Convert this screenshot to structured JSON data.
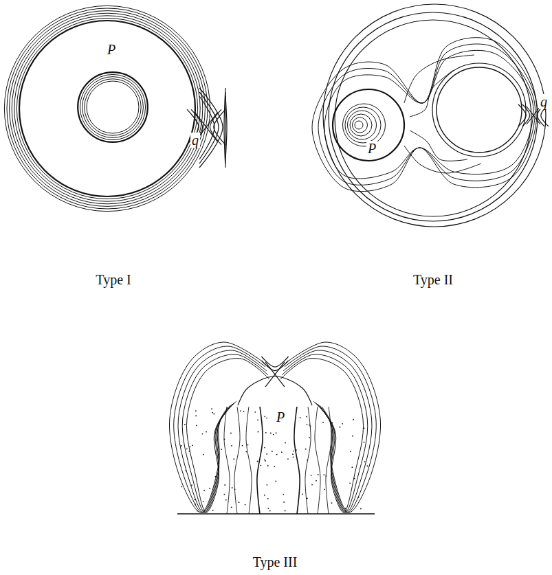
{
  "diagram": {
    "labels": [
      "P",
      "q",
      "q",
      "P",
      "P",
      "Type I",
      "Type II",
      "Type III"
    ]
  }
}
